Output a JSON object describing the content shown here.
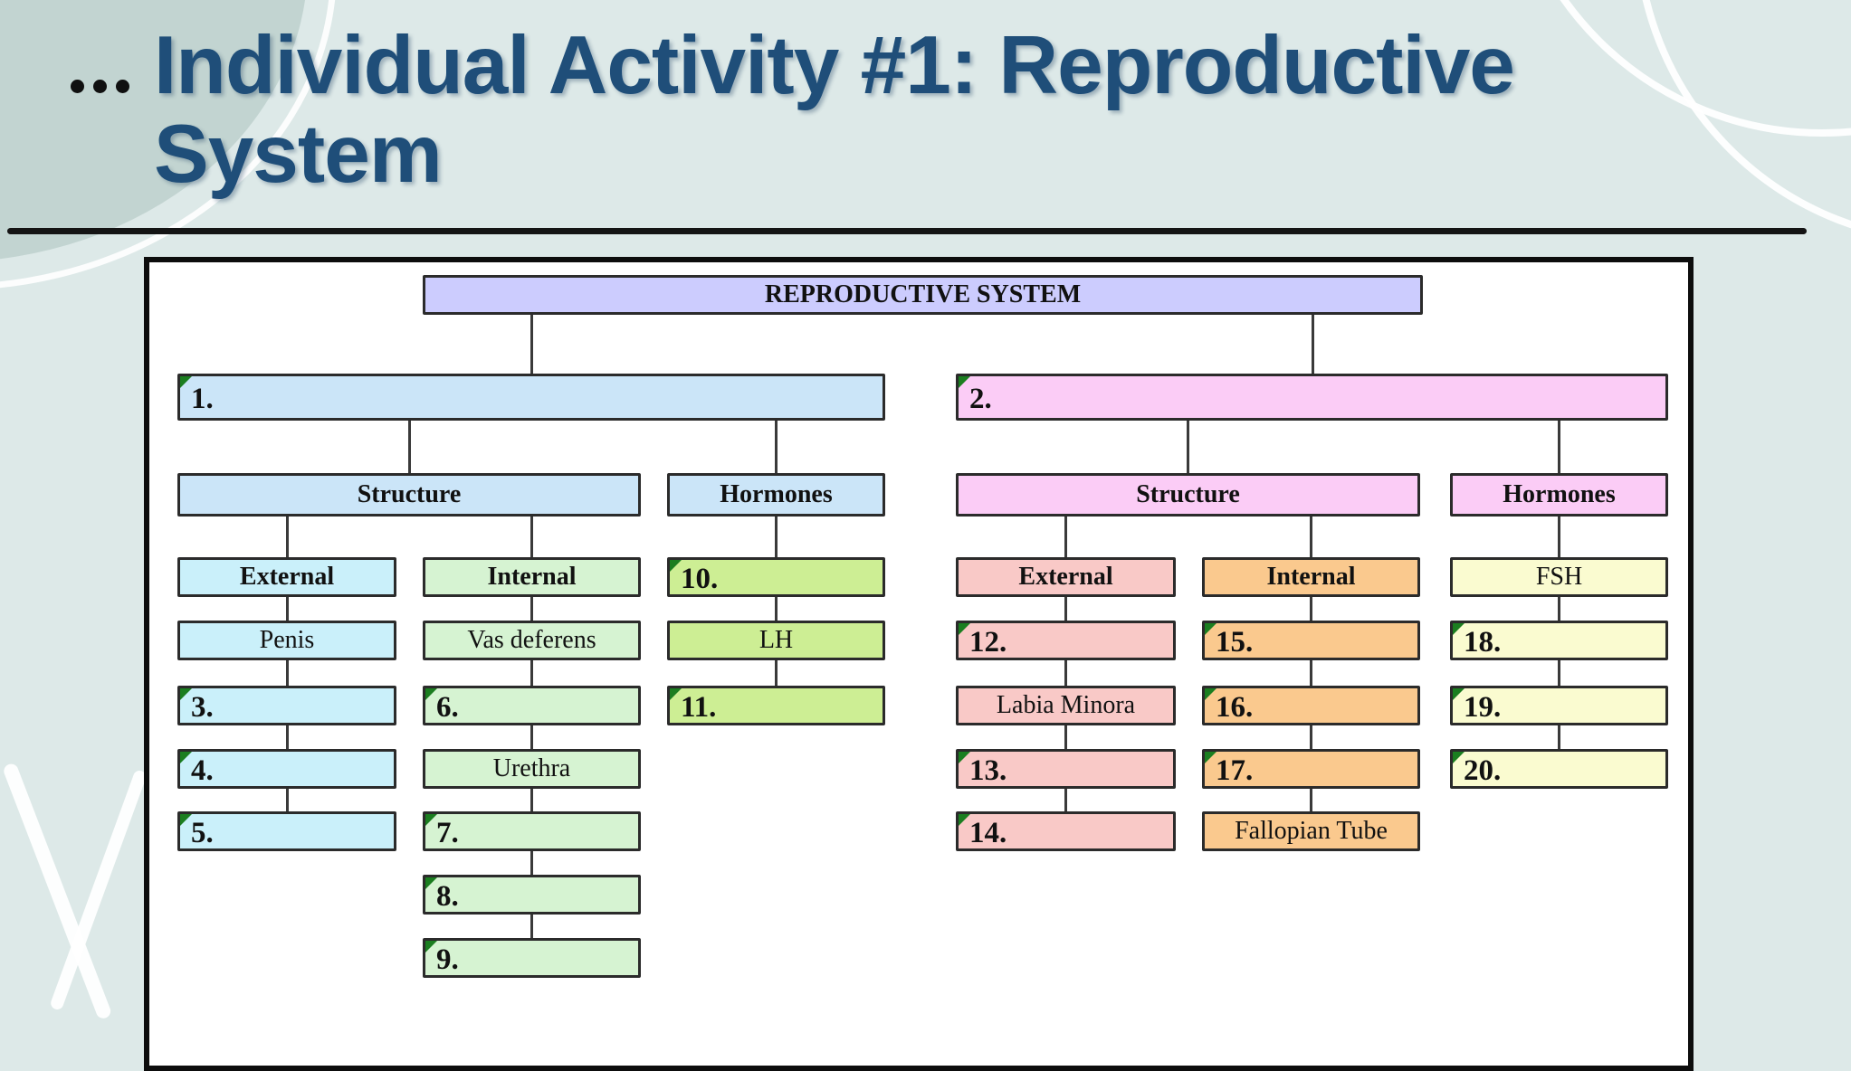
{
  "slide": {
    "bullet_icon": "ellipsis-icon",
    "title_line1": "Individual Activity #1: Reproductive",
    "title_line2": "System"
  },
  "colors": {
    "background": "#dde9e8",
    "corner_blob": "#c2d4d1",
    "title_text": "#1f4e79",
    "underline": "#141414",
    "root_fill": "#ccccfe",
    "male_fill": "#cbe5f8",
    "male_external_fill": "#caf0fa",
    "male_internal_fill": "#d6f3d2",
    "male_hormone_fill": "#cdee94",
    "female_fill": "#fbccf6",
    "female_external_fill": "#f9c9c7",
    "female_internal_fill": "#fac98e",
    "female_hormone_fill": "#fafbd0",
    "blank_corner_marker": "#1b7e20"
  },
  "diagram": {
    "root_label": "REPRODUCTIVE SYSTEM",
    "male": {
      "label": "1.",
      "structure_label": "Structure",
      "hormones_label": "Hormones",
      "external_label": "External",
      "internal_label": "Internal",
      "external_items": [
        "Penis",
        "3.",
        "4.",
        "5."
      ],
      "internal_items": [
        "Vas deferens",
        "6.",
        "Urethra",
        "7.",
        "8.",
        "9."
      ],
      "hormone_items": [
        "10.",
        "LH",
        "11."
      ]
    },
    "female": {
      "label": "2.",
      "structure_label": "Structure",
      "hormones_label": "Hormones",
      "external_label": "External",
      "internal_label": "Internal",
      "external_items": [
        "12.",
        "Labia Minora",
        "13.",
        "14."
      ],
      "internal_items": [
        "15.",
        "16.",
        "17.",
        "Fallopian Tube"
      ],
      "hormone_items": [
        "FSH",
        "18.",
        "19.",
        "20."
      ]
    }
  }
}
